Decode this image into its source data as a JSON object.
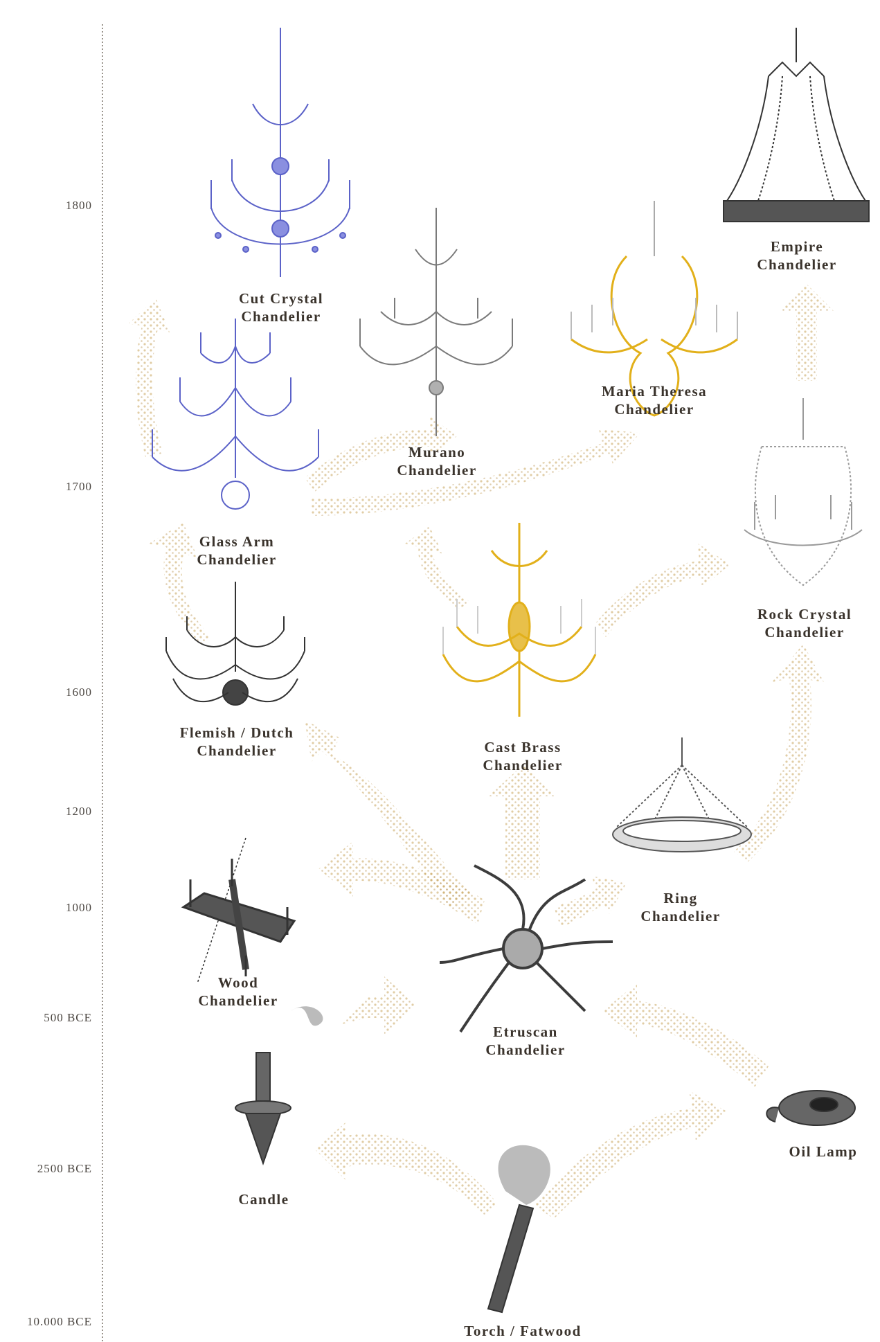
{
  "timeline": {
    "years": [
      "1800",
      "1700",
      "1600",
      "1200",
      "1000",
      "500 BCE",
      "2500 BCE",
      "10.000 BCE"
    ]
  },
  "items": [
    {
      "id": "cut-crystal",
      "label": [
        "Cut Crystal",
        "Chandelier"
      ],
      "color": "#5b62c8"
    },
    {
      "id": "murano",
      "label": [
        "Murano",
        "Chandelier"
      ],
      "color": "#6f6f6f"
    },
    {
      "id": "maria-theresa",
      "label": [
        "Maria Theresa",
        "Chandelier"
      ],
      "color": "#e2b01a"
    },
    {
      "id": "empire",
      "label": [
        "Empire",
        "Chandelier"
      ],
      "color": "#2f2f2f"
    },
    {
      "id": "glass-arm",
      "label": [
        "Glass Arm",
        "Chandelier"
      ],
      "color": "#5b62c8"
    },
    {
      "id": "rock-crystal",
      "label": [
        "Rock Crystal",
        "Chandelier"
      ],
      "color": "#9a9a9a"
    },
    {
      "id": "flemish-dutch",
      "label": [
        "Flemish / Dutch",
        "Chandelier"
      ],
      "color": "#3a3a3a"
    },
    {
      "id": "cast-brass",
      "label": [
        "Cast Brass",
        "Chandelier"
      ],
      "color": "#e2b01a"
    },
    {
      "id": "ring",
      "label": [
        "Ring",
        "Chandelier"
      ],
      "color": "#555555"
    },
    {
      "id": "wood",
      "label": [
        "Wood",
        "Chandelier"
      ],
      "color": "#3c3c3c"
    },
    {
      "id": "etruscan",
      "label": [
        "Etruscan",
        "Chandelier"
      ],
      "color": "#3c3c3c"
    },
    {
      "id": "candle",
      "label": [
        "Candle"
      ],
      "color": "#333333"
    },
    {
      "id": "oil-lamp",
      "label": [
        "Oil Lamp"
      ],
      "color": "#333333"
    },
    {
      "id": "torch",
      "label": [
        "Torch / Fatwood"
      ],
      "color": "#555555"
    }
  ],
  "arrow_color": "#c8a45a"
}
